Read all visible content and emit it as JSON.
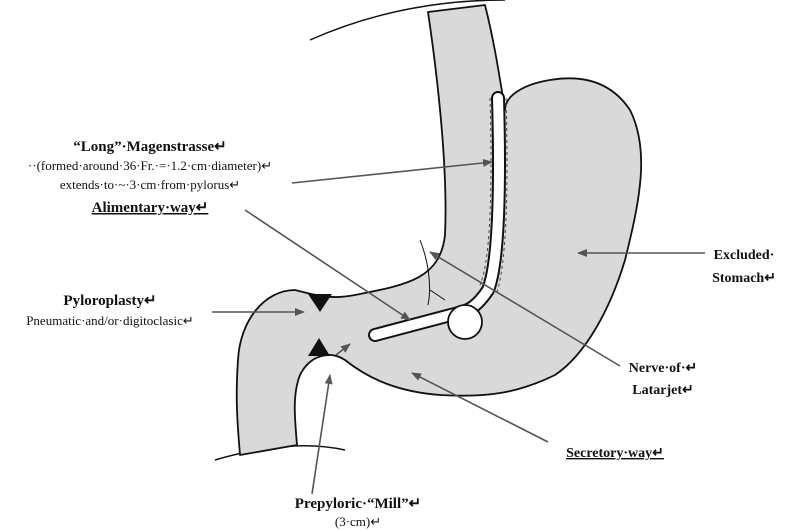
{
  "labels": {
    "long_magenstrasse": {
      "title": "“Long”·Magenstrasse↵",
      "line2": "··(formed·around·36·Fr.·=·1.2·cm·diameter)↵",
      "line3": "extends·to·~·3·cm·from·pylorus↵"
    },
    "alimentary_way": "Alimentary·way↵",
    "pyloroplasty": {
      "title": "Pyloroplasty↵",
      "subtitle": "Pneumatic·and/or·digitoclasic↵"
    },
    "excluded_stomach": {
      "line1": "Excluded·",
      "line2": "Stomach↵"
    },
    "nerve_of_latarjet": {
      "line1": "Nerve·of·↵",
      "line2": "Latarjet↵"
    },
    "secretory_way": "Secretory·way↵",
    "prepyloric_mill": {
      "title": "Prepyloric·“Mill”↵",
      "subtitle": "(3·cm)↵"
    }
  },
  "colors": {
    "stomach_fill": "#d9d9d9",
    "outline": "#111111",
    "arrow": "#555555",
    "background": "#ffffff"
  }
}
